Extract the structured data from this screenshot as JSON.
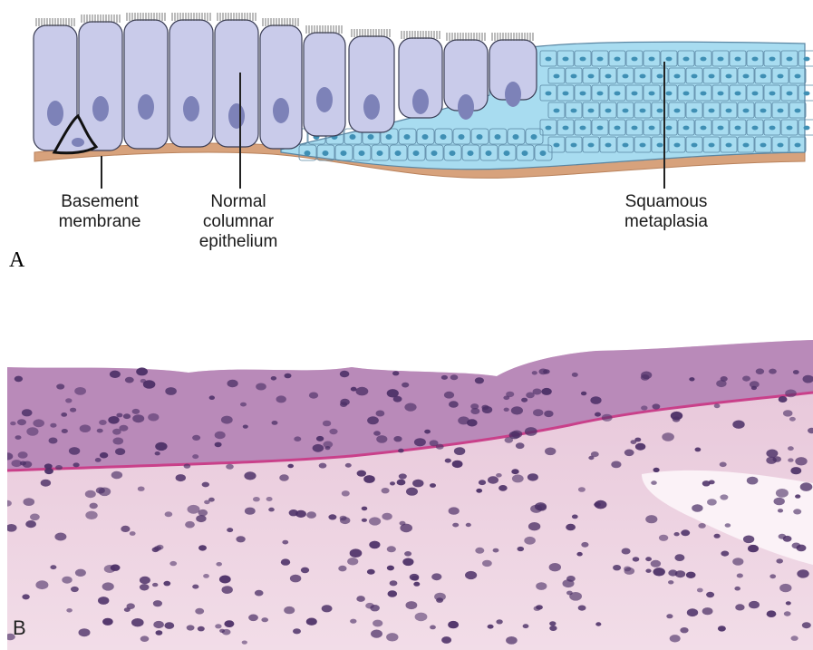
{
  "panel_a": {
    "letter": "A",
    "labels": {
      "basement": [
        "Basement",
        "membrane"
      ],
      "columnar": [
        "Normal",
        "columnar",
        "epithelium"
      ],
      "squamous": [
        "Squamous",
        "metaplasia"
      ]
    },
    "colors": {
      "columnar_cell": "#c9cbea",
      "columnar_nucleus": "#7d82b8",
      "squamous_cell": "#a8dcf0",
      "squamous_nucleus": "#3f8fb4",
      "basement": "#d7a27c",
      "outline": "#3a3d55"
    }
  },
  "panel_b": {
    "letter": "B",
    "colors": {
      "stroma": "#ecd3e2",
      "epithelium": "#b98ab9",
      "nucleus": "#4b2f66",
      "background": "#ffffff"
    }
  }
}
